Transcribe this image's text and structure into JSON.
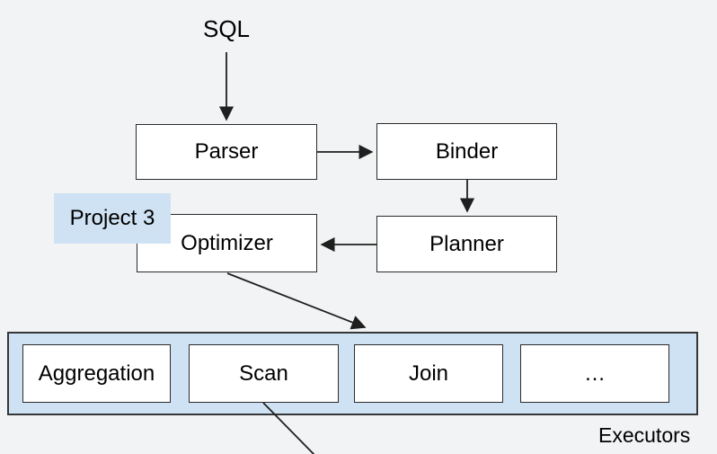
{
  "diagram": {
    "input_label": "SQL",
    "nodes": {
      "parser": {
        "label": "Parser"
      },
      "binder": {
        "label": "Binder"
      },
      "planner": {
        "label": "Planner"
      },
      "optimizer": {
        "label": "Optimizer"
      }
    },
    "annotation": {
      "label": "Project 3",
      "highlight_color": "#cfe2f3"
    },
    "executors": {
      "caption": "Executors",
      "container_color": "#cfe2f3",
      "items": [
        {
          "label": "Aggregation"
        },
        {
          "label": "Scan"
        },
        {
          "label": "Join"
        },
        {
          "label": "…"
        }
      ]
    },
    "edges": [
      "SQL → Parser",
      "Parser → Binder",
      "Binder → Planner",
      "Planner → Optimizer",
      "Optimizer → Executors",
      "Scan → (continues off-screen)"
    ],
    "colors": {
      "background": "#f1f3f4",
      "node_fill": "#ffffff",
      "node_border": "#2b2b2b",
      "connector": "#1f1f1f"
    }
  }
}
